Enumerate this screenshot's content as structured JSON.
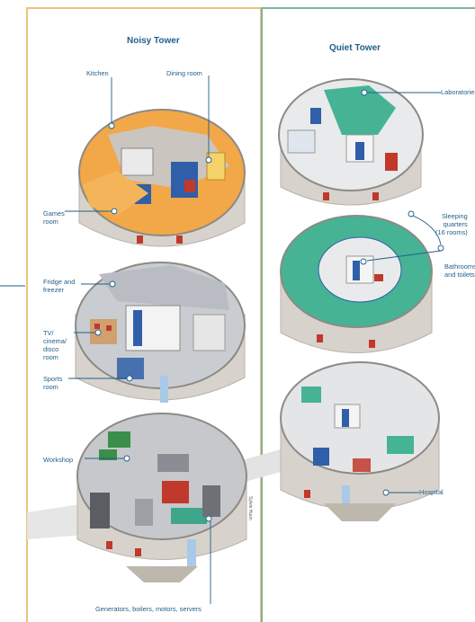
{
  "noisy_tower": {
    "title": "Noisy Tower",
    "labels": {
      "kitchen": "Kitchen",
      "dining_room": "Dining room",
      "games_room": [
        "Games",
        "room"
      ],
      "fridge_freezer": [
        "Fridge and",
        "freezer"
      ],
      "tv_cinema": [
        "TV/",
        "cinema/",
        "disco",
        "room"
      ],
      "sports_room": [
        "Sports",
        "room"
      ],
      "workshop": "Workshop",
      "generators": "Generators, boilers, motors, servers"
    }
  },
  "quiet_tower": {
    "title": "Quiet Tower",
    "labels": {
      "laboratories": "Laboratories",
      "sleeping_quarters": [
        "Sleeping",
        "quarters",
        "(16 rooms)"
      ],
      "bathrooms": [
        "Bathrooms",
        "and toilets"
      ],
      "hospital": "Hospital"
    }
  },
  "credit": "Sylvie Huon",
  "colors": {
    "label_blue": "#1f5f8a",
    "noisy_border": "#e8c57a",
    "quiet_border": "#7fb3a1",
    "wall": "#d7d3cc",
    "floor_orange": "#f2a848",
    "floor_green": "#46b394",
    "window_red": "#c0392b"
  }
}
